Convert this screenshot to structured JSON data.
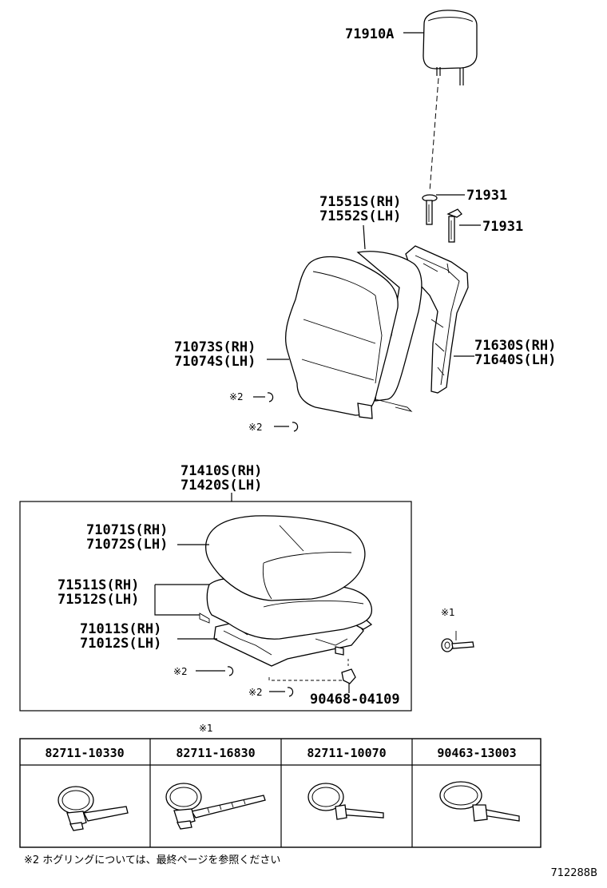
{
  "labels": {
    "headrest": "71910A",
    "support_rh": "71551S(RH)",
    "support_lh": "71552S(LH)",
    "guide_1": "71931",
    "guide_2": "71931",
    "back_cover_rh": "71073S(RH)",
    "back_cover_lh": "71074S(LH)",
    "back_frame_rh": "71630S(RH)",
    "back_frame_lh": "71640S(LH)",
    "back_ring_1": "※2",
    "back_ring_2": "※2",
    "cushion_assy_rh": "71410S(RH)",
    "cushion_assy_lh": "71420S(LH)",
    "cushion_cover_rh": "71071S(RH)",
    "cushion_cover_lh": "71072S(LH)",
    "cushion_pad_rh": "71511S(RH)",
    "cushion_pad_lh": "71512S(LH)",
    "cushion_frame_rh": "71011S(RH)",
    "cushion_frame_lh": "71012S(LH)",
    "cushion_ring_1": "※2",
    "cushion_ring_2": "※2",
    "clip": "90468-04109",
    "tie_marker": "※1",
    "table_marker": "※1"
  },
  "ties_table": {
    "headers": [
      "82711-10330",
      "82711-16830",
      "82711-10070",
      "90463-13003"
    ]
  },
  "footnote": "※2 ホグリングについては、最終ページを参照ください",
  "figure_id": "712288B"
}
